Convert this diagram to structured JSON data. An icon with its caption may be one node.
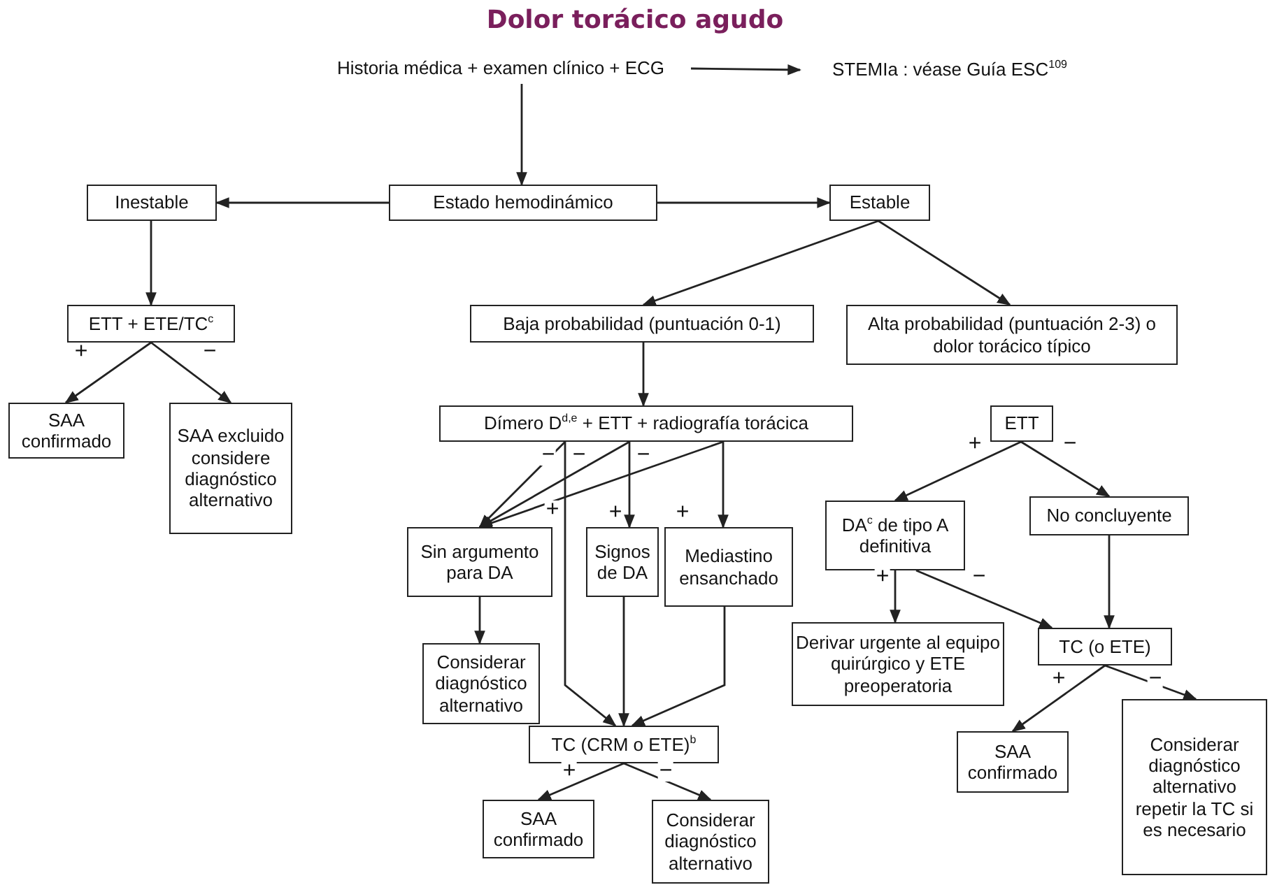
{
  "diagram": {
    "title": "Dolor torácico agudo",
    "nodes": [
      {
        "text": [
          "Historia médica + examen clínico + ECG"
        ]
      },
      {
        "text": [
          "STEMIa : véase Guía ESC$^{109}$"
        ]
      },
      {
        "text": [
          "Inestable"
        ]
      },
      {
        "text": [
          "Estado hemodinámico"
        ]
      },
      {
        "text": [
          "Estable"
        ]
      },
      {
        "text": [
          "ETT + ETE/TC$^{c}$"
        ]
      },
      {
        "text": [
          "SAA confirmado"
        ]
      },
      {
        "text": [
          "SAA excluido considere diagnóstico alternativo"
        ]
      },
      {
        "text": [
          "Baja probabilidad (puntuación 0-1)"
        ]
      },
      {
        "text": [
          "Alta probabilidad (puntuación 2-3) o dolor torácico típico"
        ]
      },
      {
        "text": [
          "Dímero D$^{d,e}$ + ETT + radiografía torácica"
        ]
      },
      {
        "text": [
          "ETT"
        ]
      },
      {
        "text": [
          "Sin argumento para DA"
        ]
      },
      {
        "text": [
          "Signos de DA"
        ]
      },
      {
        "text": [
          "Mediastino ensanchado"
        ]
      },
      {
        "text": [
          "Considerar diagnóstico alternativo"
        ]
      },
      {
        "text": [
          "TC (CRM o ETE)$^{b}$"
        ]
      },
      {
        "text": [
          "SAA confirmado"
        ]
      },
      {
        "text": [
          "Considerar diagnóstico alternativo"
        ]
      },
      {
        "text": [
          "DA$^{c}$ de tipo A definitiva"
        ]
      },
      {
        "text": [
          "No concluyente"
        ]
      },
      {
        "text": [
          "Derivar urgente al equipo quirúrgico y ETE preoperatoria"
        ]
      },
      {
        "text": [
          "TC (o ETE)"
        ]
      },
      {
        "text": [
          "SAA confirmado"
        ]
      },
      {
        "text": [
          "Considerar diagnóstico alternativo repetir la TC si es necesario"
        ]
      }
    ],
    "edges": [
      {
        "from": 0,
        "to": 1,
        "arrow": "to"
      },
      {
        "from": 0,
        "to": 3,
        "arrow": "to"
      },
      {
        "from": 3,
        "to": 2,
        "arrow": "to"
      },
      {
        "from": 3,
        "to": 4,
        "arrow": "to"
      },
      {
        "from": 2,
        "to": 5,
        "arrow": "to"
      },
      {
        "from": 5,
        "to": 6,
        "arrow": "to",
        "label": "+"
      },
      {
        "from": 5,
        "to": 7,
        "arrow": "to",
        "label": "−"
      },
      {
        "from": 4,
        "to": 8,
        "arrow": "to"
      },
      {
        "from": 4,
        "to": 9,
        "arrow": "to"
      },
      {
        "from": 8,
        "to": 10,
        "arrow": "to"
      },
      {
        "from": 10,
        "to": 12,
        "arrow": "to",
        "label": "−"
      },
      {
        "from": 10,
        "to": 12,
        "arrow": "to",
        "label": "−"
      },
      {
        "from": 10,
        "to": 12,
        "arrow": "to",
        "label": "−"
      },
      {
        "from": 10,
        "to": 13,
        "arrow": "to",
        "label": "+"
      },
      {
        "from": 10,
        "to": 14,
        "arrow": "to",
        "label": "+"
      },
      {
        "from": 10,
        "to": 16,
        "arrow": "to",
        "label": "+"
      },
      {
        "from": 13,
        "to": 16,
        "arrow": "to"
      },
      {
        "from": 14,
        "to": 16,
        "arrow": "to"
      },
      {
        "from": 12,
        "to": 15,
        "arrow": "to"
      },
      {
        "from": 16,
        "to": 17,
        "arrow": "to",
        "label": "+"
      },
      {
        "from": 16,
        "to": 18,
        "arrow": "to",
        "label": "−"
      },
      {
        "from": 11,
        "to": 19,
        "arrow": "to",
        "label": "+"
      },
      {
        "from": 11,
        "to": 20,
        "arrow": "to",
        "label": "−"
      },
      {
        "from": 19,
        "to": 21,
        "arrow": "to",
        "label": "+"
      },
      {
        "from": 19,
        "to": 22,
        "arrow": "to",
        "label": "−"
      },
      {
        "from": 20,
        "to": 22,
        "arrow": "to"
      },
      {
        "from": 22,
        "to": 23,
        "arrow": "to",
        "label": "+"
      },
      {
        "from": 22,
        "to": 24,
        "arrow": "to",
        "label": "−"
      }
    ]
  }
}
